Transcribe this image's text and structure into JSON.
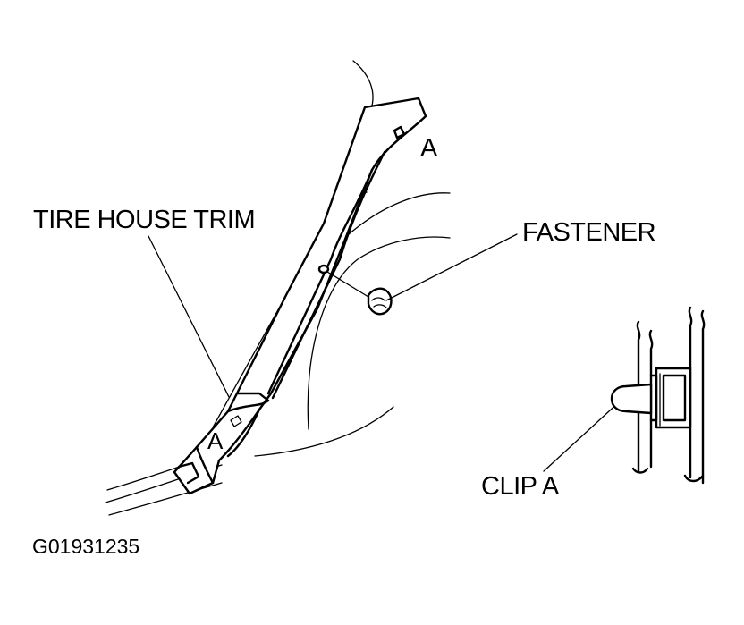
{
  "labels": {
    "tire_house_trim": "TIRE HOUSE TRIM",
    "fastener": "FASTENER",
    "clip_a": "CLIP A",
    "marker_top": "A",
    "marker_bottom": "A"
  },
  "figure_code": "G01931235"
}
